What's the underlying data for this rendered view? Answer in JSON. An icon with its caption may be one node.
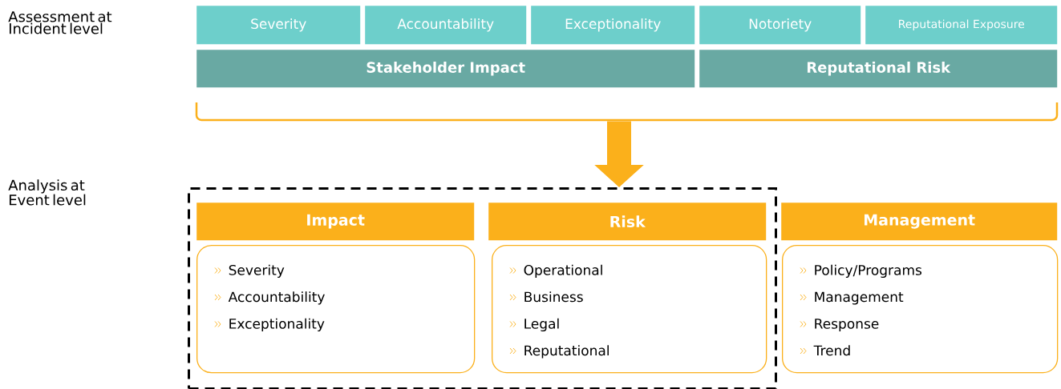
{
  "diagram": {
    "nodes": [
      {
        "text": [
          "Severity"
        ]
      },
      {
        "text": [
          "Accountability"
        ]
      },
      {
        "text": [
          "Exceptionality"
        ]
      },
      {
        "text": [
          "Notoriety"
        ]
      },
      {
        "text": [
          "Reputational Exposure"
        ]
      },
      {
        "text": [
          "Stakeholder Impact"
        ]
      },
      {
        "text": [
          "Reputational Risk"
        ]
      },
      {
        "text": [],
        "shape": "bracket"
      },
      {
        "text": [],
        "shape": "box"
      },
      {
        "text": [
          "Impact"
        ],
        "in": 8
      },
      {
        "text": [
          "Severity",
          "Accountability",
          "Exceptionality"
        ],
        "in": 8
      },
      {
        "text": [
          "Risk"
        ],
        "in": 8
      },
      {
        "text": [
          "Operational",
          "Business",
          "Legal",
          "Reputational"
        ],
        "in": 8
      },
      {
        "text": [
          "Management"
        ]
      },
      {
        "text": [
          "Policy/Programs",
          "Management",
          "Response",
          "Trend"
        ]
      }
    ],
    "edges": [
      {
        "from": 7,
        "to": 8,
        "arrow": "to"
      }
    ],
    "labels": [
      "Assessment at Incident level",
      "Analysis at Event level"
    ]
  }
}
